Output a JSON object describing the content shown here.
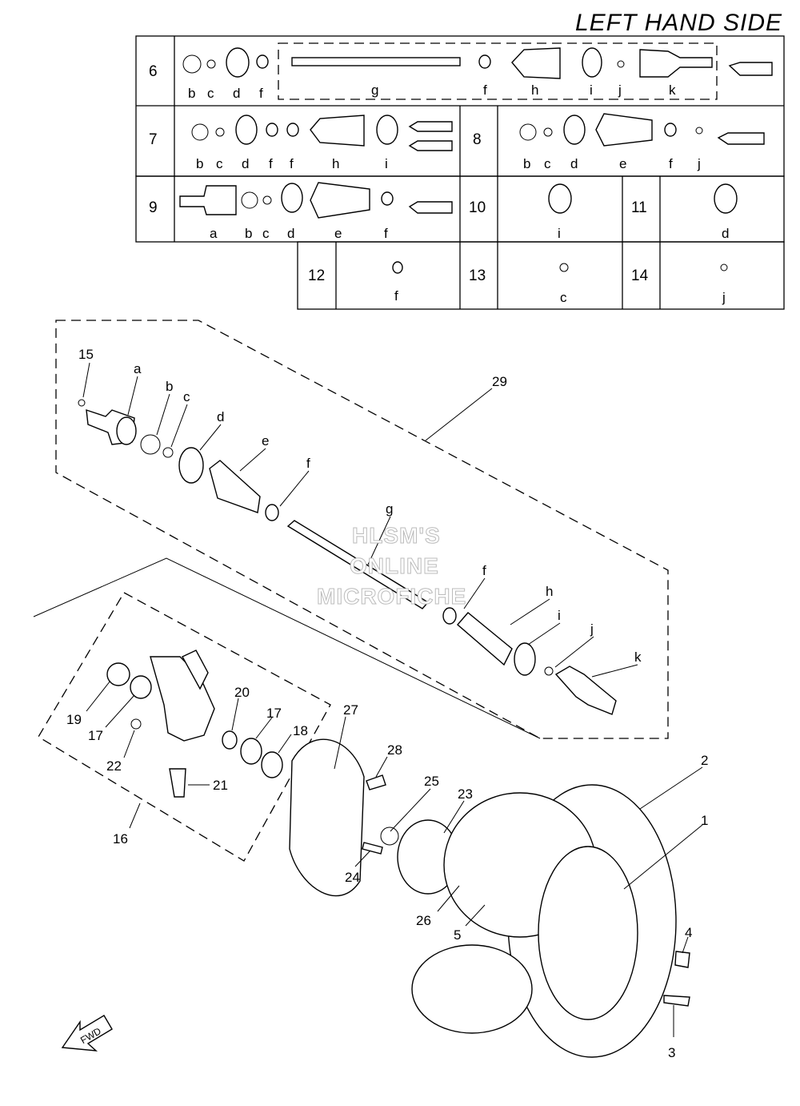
{
  "title": "LEFT HAND SIDE",
  "watermark": [
    "HLSM'S",
    "ONLINE",
    "MICROFICHE"
  ],
  "fwd_label": "FWD",
  "table": {
    "rows": [
      {
        "num": "6",
        "letters": [
          "b",
          "c",
          "d",
          "f",
          "g",
          "f",
          "h",
          "i",
          "j",
          "k"
        ]
      },
      {
        "num": "7",
        "letters": [
          "b",
          "c",
          "d",
          "f",
          "f",
          "h",
          "i"
        ]
      },
      {
        "num": "8",
        "letters": [
          "b",
          "c",
          "d",
          "e",
          "f",
          "j"
        ]
      },
      {
        "num": "9",
        "letters": [
          "a",
          "b",
          "c",
          "d",
          "e",
          "f"
        ]
      },
      {
        "num": "10",
        "letters": [
          "i"
        ]
      },
      {
        "num": "11",
        "letters": [
          "d"
        ]
      },
      {
        "num": "12",
        "letters": [
          "f"
        ]
      },
      {
        "num": "13",
        "letters": [
          "c"
        ]
      },
      {
        "num": "14",
        "letters": [
          "j"
        ]
      }
    ]
  },
  "callouts": {
    "shaft_assembly": [
      "15",
      "a",
      "b",
      "c",
      "d",
      "e",
      "f",
      "g",
      "f",
      "h",
      "i",
      "j",
      "k",
      "29"
    ],
    "knuckle_group": [
      "19",
      "17",
      "22",
      "20",
      "17",
      "18",
      "21",
      "16"
    ],
    "wheel_group": [
      "27",
      "28",
      "25",
      "23",
      "24",
      "26",
      "5",
      "2",
      "1",
      "4",
      "3"
    ]
  }
}
